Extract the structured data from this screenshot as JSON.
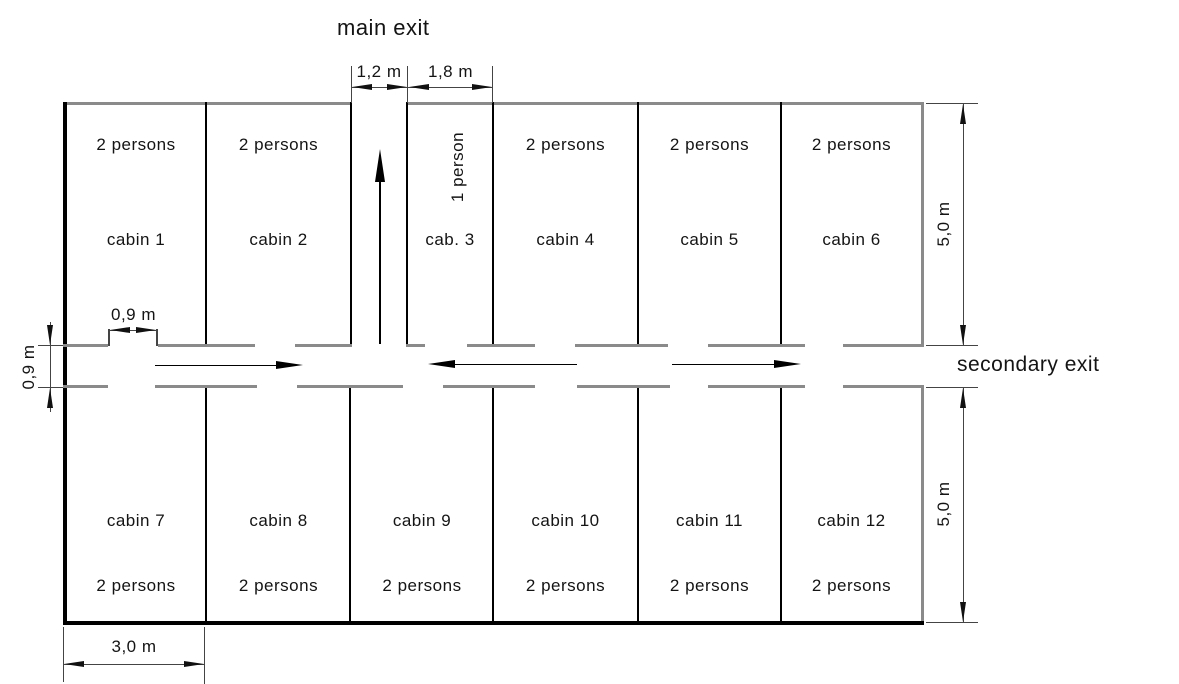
{
  "labels": {
    "main_exit": "main exit",
    "secondary_exit": "secondary exit"
  },
  "dimensions": {
    "main_exit_width": "1,2 m",
    "cabin3_width": "1,8 m",
    "cabin1_door_width": "0,9 m",
    "corridor_width": "0,9 m",
    "top_cabin_depth": "5,0 m",
    "bottom_cabin_depth": "5,0 m",
    "cabin_width": "3,0 m"
  },
  "cabins": [
    {
      "name": "cabin 1",
      "occupancy": "2 persons"
    },
    {
      "name": "cabin 2",
      "occupancy": "2 persons"
    },
    {
      "name": "cab. 3",
      "occupancy": "1 person"
    },
    {
      "name": "cabin 4",
      "occupancy": "2 persons"
    },
    {
      "name": "cabin 5",
      "occupancy": "2 persons"
    },
    {
      "name": "cabin 6",
      "occupancy": "2 persons"
    },
    {
      "name": "cabin 7",
      "occupancy": "2 persons"
    },
    {
      "name": "cabin 8",
      "occupancy": "2 persons"
    },
    {
      "name": "cabin 9",
      "occupancy": "2 persons"
    },
    {
      "name": "cabin 10",
      "occupancy": "2 persons"
    },
    {
      "name": "cabin 11",
      "occupancy": "2 persons"
    },
    {
      "name": "cabin 12",
      "occupancy": "2 persons"
    }
  ],
  "colors": {
    "line": "#111111",
    "wall_gray": "#8a8a8a",
    "background": "#ffffff"
  }
}
